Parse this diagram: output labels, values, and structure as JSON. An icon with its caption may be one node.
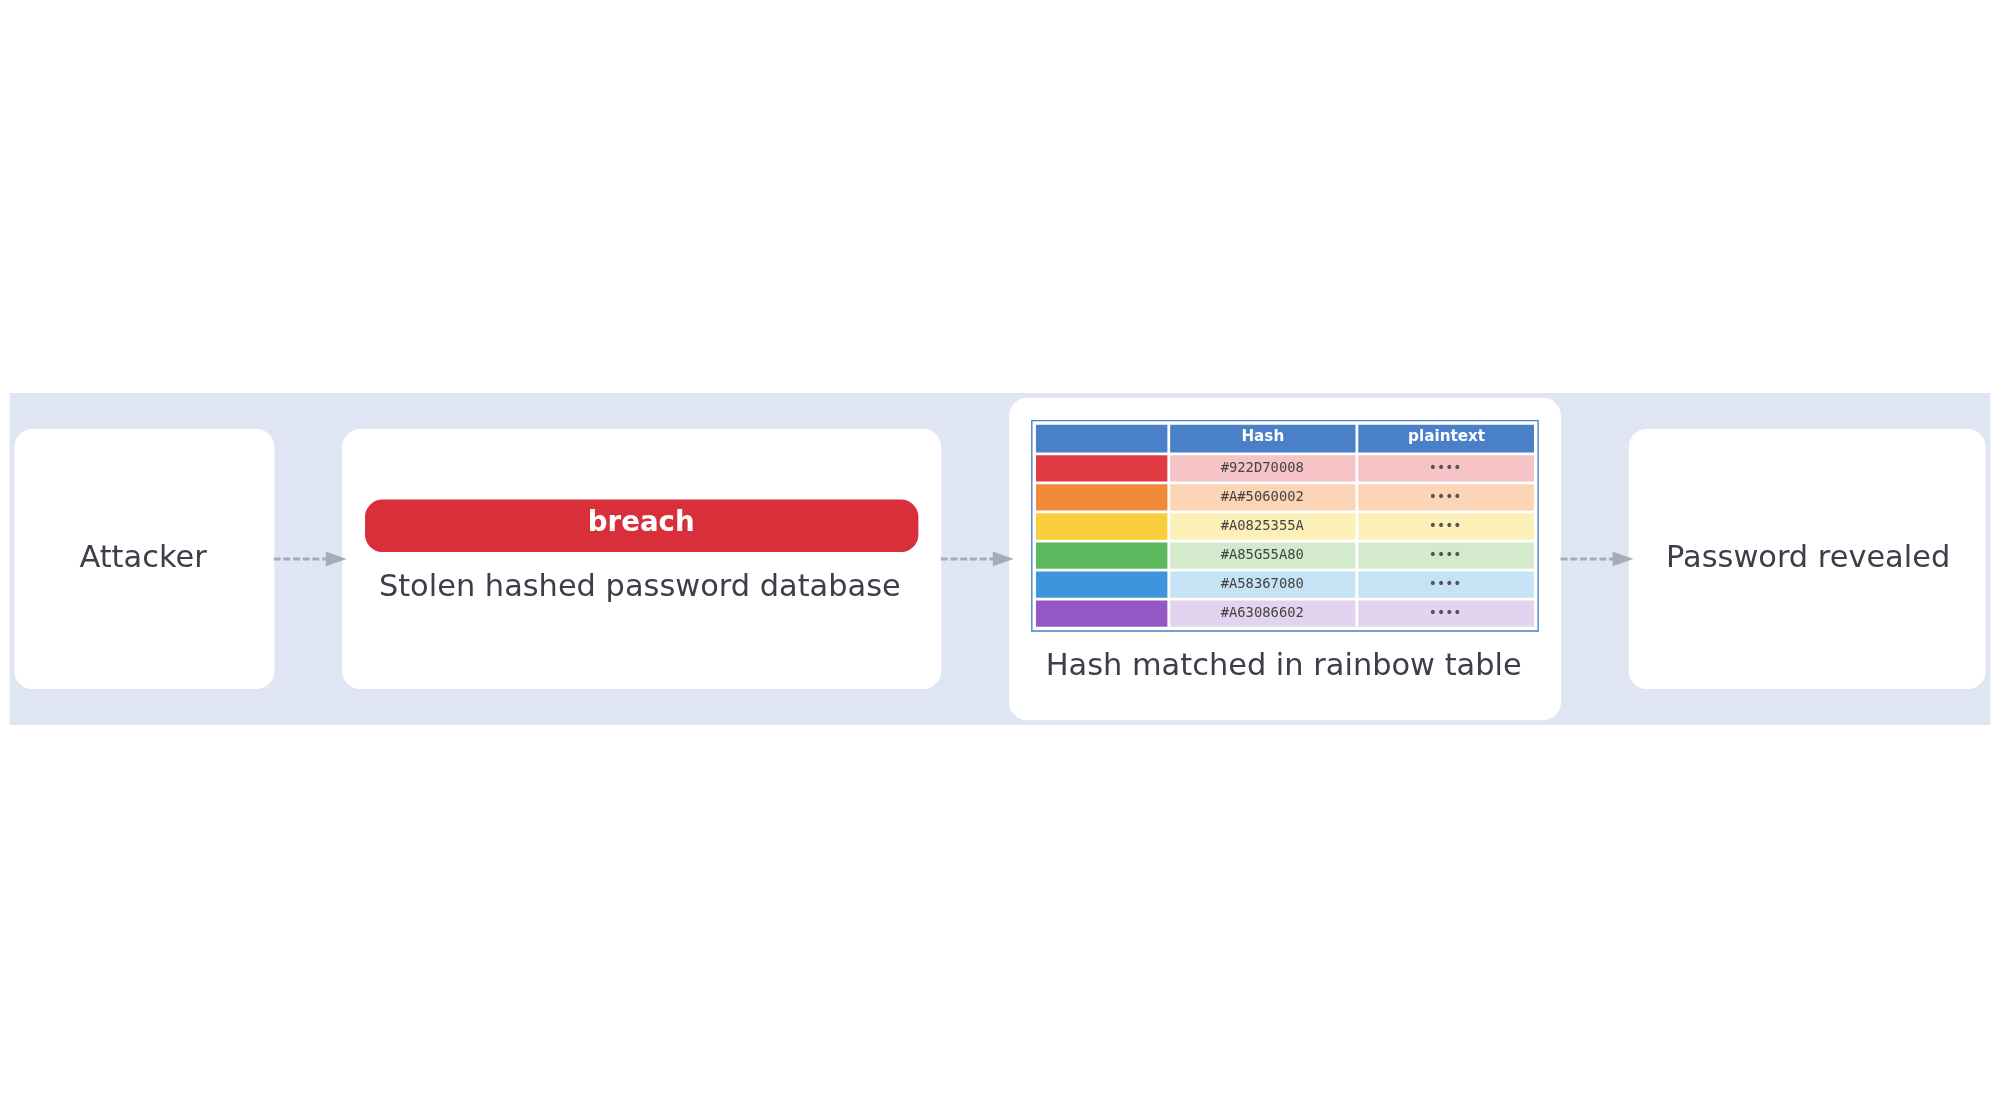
{
  "diagram": {
    "nodes": [
      {
        "text": [
          "Attacker"
        ]
      },
      {
        "text": [
          "breach",
          "Stolen hashed password database"
        ]
      },
      {
        "text": [
          "Hash",
          "plaintext",
          "#922D70008",
          "••••",
          "#A#5060002",
          "••••",
          "#A0825355A",
          "••••",
          "#A85G55A80",
          "••••",
          "#A58367080",
          "••••",
          "#A63086602",
          "••••",
          "Hash matched in rainbow table"
        ]
      },
      {
        "text": [
          "Password revealed"
        ]
      }
    ],
    "edges": [
      {
        "from": 0,
        "to": 1,
        "arrow": "to",
        "style": "dashed"
      },
      {
        "from": 1,
        "to": 2,
        "arrow": "to",
        "style": "dashed"
      },
      {
        "from": 2,
        "to": 3,
        "arrow": "to",
        "style": "dashed"
      }
    ]
  }
}
